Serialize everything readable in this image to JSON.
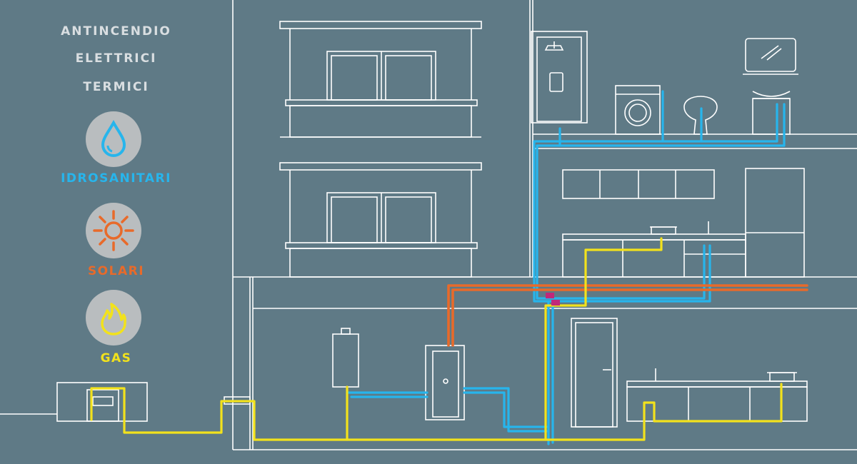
{
  "menu": {
    "items": [
      "ANTINCENDIO",
      "ELETTRICI",
      "TERMICI"
    ]
  },
  "categories": [
    {
      "label": "IDROSANITARI",
      "color": "#27b5ec",
      "icon": "water-drop-icon"
    },
    {
      "label": "SOLARI",
      "color": "#e86a2a",
      "icon": "sun-icon"
    },
    {
      "label": "GAS",
      "color": "#f2e21c",
      "icon": "flame-icon"
    }
  ],
  "colors": {
    "background": "#5f7a86",
    "outline": "#ffffff",
    "water_pipe": "#27b5ec",
    "hot_pipe": "#e86a2a",
    "gas_pipe": "#f2e21c",
    "valve": "#c0287a"
  }
}
